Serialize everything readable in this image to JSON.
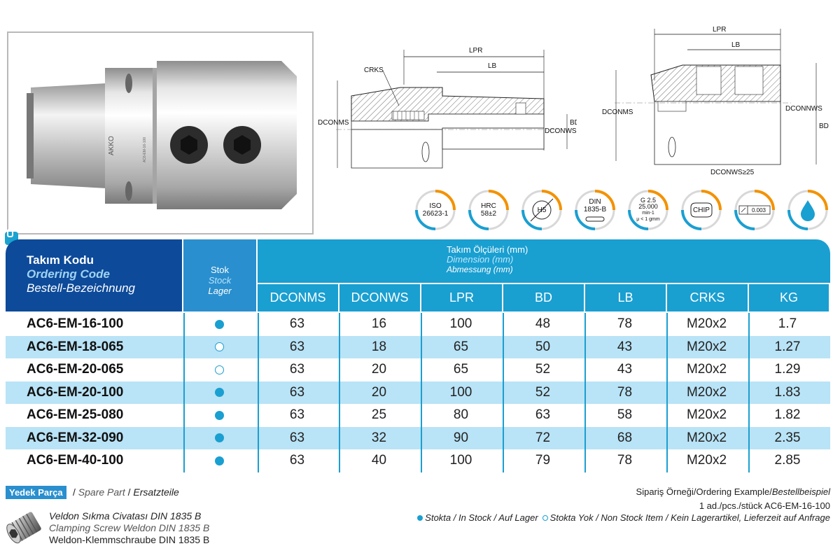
{
  "photo": {
    "brand_text": "AKKO",
    "engraving": "AC6-EM-16-100"
  },
  "drawing1": {
    "labels": {
      "lpr": "LPR",
      "lb": "LB",
      "crks": "CRKS",
      "dconms": "DCONMS",
      "bd": "BD",
      "dconws": "DCONWS"
    }
  },
  "drawing2": {
    "labels": {
      "lpr": "LPR",
      "lb": "LB",
      "dconms": "DCONMS",
      "dconnws": "DCONNWS",
      "bd": "BD",
      "dconws_min": "DCONWS≥25"
    }
  },
  "badges": [
    {
      "name": "iso",
      "lines": [
        "ISO",
        "26623-1"
      ]
    },
    {
      "name": "hrc",
      "lines": [
        "HRC",
        "58±2"
      ]
    },
    {
      "name": "h5",
      "lines": [
        "H5"
      ]
    },
    {
      "name": "din",
      "lines": [
        "DIN",
        "1835-B"
      ]
    },
    {
      "name": "balance",
      "lines": [
        "G 2.5",
        "25.000",
        "min-1",
        "μ < 1 gmm"
      ]
    },
    {
      "name": "chip",
      "lines": [
        "CHIP"
      ]
    },
    {
      "name": "runout",
      "lines": [
        "0.003"
      ]
    },
    {
      "name": "coolant",
      "lines": []
    }
  ],
  "colors": {
    "dark_blue": "#0d4a9a",
    "mid_blue": "#2a8fce",
    "header_blue": "#1a9fd1",
    "row_alt": "#b9e3f6",
    "badge_orange": "#f39200",
    "badge_blue": "#1a9fd1"
  },
  "table": {
    "code_header": {
      "tr": "Takım Kodu",
      "en": "Ordering Code",
      "de": "Bestell-Bezeichnung"
    },
    "stock_header": {
      "tr": "Stok",
      "en": "Stock",
      "de": "Lager"
    },
    "dim_header": {
      "tr": "Takım Ölçüleri (mm)",
      "en": "Dimension (mm)",
      "de": "Abmessung (mm)"
    },
    "columns": [
      "DCONMS",
      "DCONWS",
      "LPR",
      "BD",
      "LB",
      "CRKS",
      "KG"
    ],
    "rows": [
      {
        "code": "AC6-EM-16-100",
        "stock": "in",
        "values": [
          "63",
          "16",
          "100",
          "48",
          "78",
          "M20x2",
          "1.7"
        ]
      },
      {
        "code": "AC6-EM-18-065",
        "stock": "out",
        "values": [
          "63",
          "18",
          "65",
          "50",
          "43",
          "M20x2",
          "1.27"
        ]
      },
      {
        "code": "AC6-EM-20-065",
        "stock": "out",
        "values": [
          "63",
          "20",
          "65",
          "52",
          "43",
          "M20x2",
          "1.29"
        ]
      },
      {
        "code": "AC6-EM-20-100",
        "stock": "in",
        "values": [
          "63",
          "20",
          "100",
          "52",
          "78",
          "M20x2",
          "1.83"
        ]
      },
      {
        "code": "AC6-EM-25-080",
        "stock": "in",
        "values": [
          "63",
          "25",
          "80",
          "63",
          "58",
          "M20x2",
          "1.82"
        ]
      },
      {
        "code": "AC6-EM-32-090",
        "stock": "in",
        "values": [
          "63",
          "32",
          "90",
          "72",
          "68",
          "M20x2",
          "2.35"
        ]
      },
      {
        "code": "AC6-EM-40-100",
        "stock": "in",
        "values": [
          "63",
          "40",
          "100",
          "79",
          "78",
          "M20x2",
          "2.85"
        ]
      }
    ]
  },
  "spare_part": {
    "label_tr": "Yedek Parça",
    "sep1": " / ",
    "label_en": "Spare Part",
    "sep2": " / ",
    "label_de": "Ersatzteile",
    "lines": [
      "Veldon Sıkma Civatası DIN 1835 B",
      "Clamping Screw Weldon DIN 1835 B",
      "Weldon-Klemmschraube DIN 1835 B"
    ]
  },
  "ordering_example": {
    "line1_a": "Sipariş Örneği/Ordering Example/",
    "line1_b": "Bestellbeispiel",
    "line2": "1 ad./pcs./stück  AC6-EM-16-100"
  },
  "legend": {
    "in_stock": "Stokta / In Stock / Auf Lager",
    "out_stock": "Stokta Yok / Non Stock Item / Kein Lagerartikel, Lieferzeit auf Anfrage"
  }
}
